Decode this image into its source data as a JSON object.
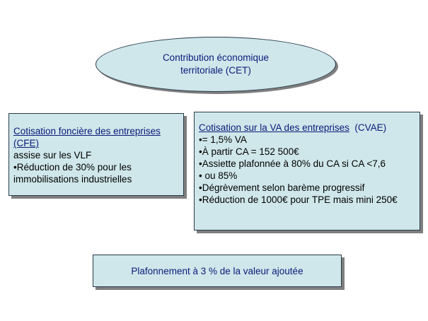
{
  "ellipse": {
    "line1": "Contribution économique",
    "line2": "territoriale (CET)"
  },
  "cfe": {
    "title_line1": "Cotisation foncière des entreprises",
    "title_line2": "(CFE)",
    "lines": [
      "assise sur les VLF",
      "•Réduction de 30% pour les",
      "immobilisations industrielles"
    ]
  },
  "cvae": {
    "title": "Cotisation sur la VA des entreprises",
    "title_suffix": "  (CVAE)",
    "lines": [
      "•= 1,5% VA",
      "•À partir CA = 152 500€",
      "•Assiette plafonnée à 80% du CA si CA <7,6",
      "• ou 85%",
      "•Dégrèvement selon barème progressif",
      "•Réduction de 1000€ pour TPE mais mini 250€"
    ]
  },
  "plafonnement": {
    "text": "Plafonnement à 3 % de la valeur ajoutée"
  },
  "colors": {
    "box_fill": "#cfe7ea",
    "title_text": "#0a1a7a",
    "shadow": "#7f7f7f"
  }
}
